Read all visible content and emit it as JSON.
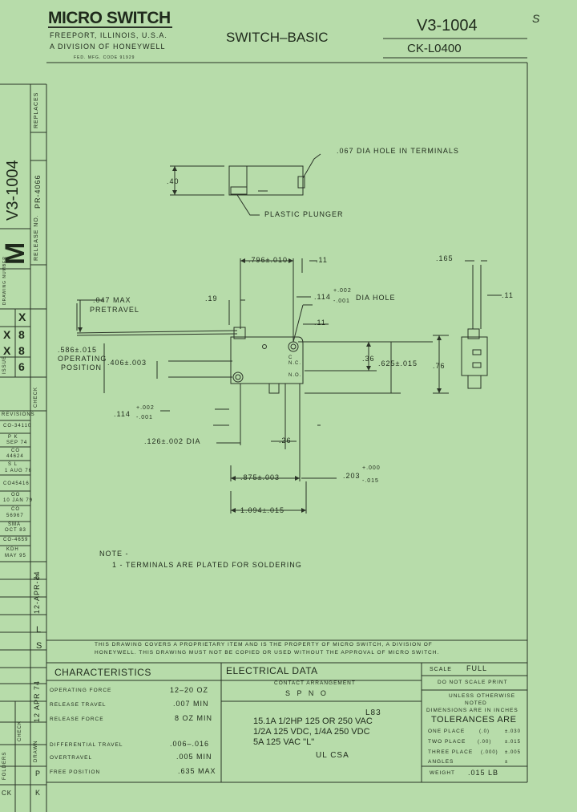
{
  "title_block": {
    "company": "MICRO SWITCH",
    "location": "FREEPORT, ILLINOIS, U.S.A.",
    "division": "A DIVISION OF HONEYWELL",
    "fed_code": "FED. MFG. CODE 91929",
    "product": "SWITCH–BASIC",
    "part_number": "V3-1004",
    "catalog_number": "CK-L0400",
    "corner_mark": "S"
  },
  "sidebar": {
    "part_number": "V3-1004",
    "release_label": "RELEASE NO.",
    "release_no": "PR-4066",
    "replaces_label": "REPLACES",
    "drawing_letter": "M",
    "drawing_number_label": "DRAWING NUMBER",
    "issue_label": "ISSUE",
    "issue_marks": [
      "X",
      "X",
      "8",
      "X",
      "8",
      "6"
    ],
    "check_label": "CHECK",
    "revisions_label": "REVISIONS",
    "revisions": [
      "CO-34110",
      "P   K",
      "SEP 74",
      "CO",
      "44624",
      "S   L",
      "1 AUG 76",
      "CO45416",
      "OO",
      "10 JAN 79",
      "CO",
      "56967",
      "SMA",
      "OCT 83",
      "CO-4659",
      "KDH",
      "MAY 95"
    ],
    "dates": [
      "6",
      "12-APR-74",
      "L",
      "S",
      "12 APR 74"
    ],
    "bottom_cells": [
      "CK",
      "P",
      "K",
      "CHECK",
      "DRAWN",
      "FOLDERS"
    ]
  },
  "drawing": {
    "hole_callout": ".067 DIA HOLE IN TERMINALS",
    "plunger_callout": "PLASTIC PLUNGER",
    "dim_top_height": ".40",
    "dim_plunger_to_hole": ".796±.010",
    "dim_plunger_width": ".11",
    "pretravel": ".047 MAX",
    "pretravel_label": "PRETRAVEL",
    "dim_19": ".19",
    "dia_hole": ".114 +.002 / -.001 DIA HOLE",
    "dia_hole_main": ".114",
    "dia_hole_plus": "+.002",
    "dia_hole_minus": "-.001",
    "dia_hole_label": "DIA HOLE",
    "dim_hole_offset": ".11",
    "operating_position": ".586±.015",
    "operating_position_label1": "OPERATING",
    "operating_position_label2": "POSITION",
    "dim_406": ".406±.003",
    "dim_36": ".36",
    "dim_625": ".625±.015",
    "dim_76": ".76",
    "dim_165": ".165",
    "dim_side_11": ".11",
    "left_hole_main": ".114",
    "left_hole_plus": "+.002",
    "left_hole_minus": "-.001",
    "pin_dia": ".126±.002 DIA",
    "dim_26": ".26",
    "dim_875": ".875±.003",
    "dim_203": ".203",
    "dim_203_plus": "+.000",
    "dim_203_minus": "-.015",
    "dim_1094": "1.094±.015",
    "term_c": "C",
    "term_nc": "N.C.",
    "term_no": "N.O.",
    "note_title": "NOTE -",
    "note_1": "1 - TERMINALS ARE PLATED FOR SOLDERING"
  },
  "proprietary": {
    "line1": "THIS DRAWING COVERS A PROPRIETARY ITEM AND IS THE PROPERTY OF MICRO SWITCH, A DIVISION OF",
    "line2": "HONEYWELL. THIS DRAWING MUST NOT BE COPIED OR USED WITHOUT THE APPROVAL OF MICRO SWITCH."
  },
  "characteristics": {
    "title": "CHARACTERISTICS",
    "rows": [
      {
        "label": "OPERATING FORCE",
        "value": "12–20 OZ"
      },
      {
        "label": "RELEASE TRAVEL",
        "value": ".007 MIN"
      },
      {
        "label": "RELEASE FORCE",
        "value": "8 OZ MIN"
      },
      {
        "label": "DIFFERENTIAL TRAVEL",
        "value": ".006–.016"
      },
      {
        "label": "OVERTRAVEL",
        "value": ".005 MIN"
      },
      {
        "label": "FREE POSITION",
        "value": ".635 MAX"
      }
    ]
  },
  "electrical": {
    "title": "ELECTRICAL DATA",
    "contact_label": "CONTACT ARRANGEMENT",
    "contact_value": "S P N O",
    "code": "L83",
    "ratings": [
      "15.1A 1/2HP 125 OR 250 VAC",
      "1/2A 125 VDC, 1/4A 250 VDC",
      "5A 125 VAC \"L\""
    ],
    "marks": "UL  CSA"
  },
  "scale_block": {
    "scale_label": "SCALE",
    "scale_value": "FULL",
    "do_not_scale": "DO NOT SCALE PRINT",
    "unless": "UNLESS OTHERWISE",
    "noted": "NOTED",
    "dimensions": "DIMENSIONS ARE IN INCHES",
    "tolerances": "TOLERANCES ARE",
    "rows": [
      {
        "label": "ONE PLACE",
        "code": "(.0)",
        "value": "±.030"
      },
      {
        "label": "TWO PLACE",
        "code": "(.00)",
        "value": "±.015"
      },
      {
        "label": "THREE PLACE",
        "code": "(.000)",
        "value": "±.005"
      },
      {
        "label": "ANGLES",
        "code": "",
        "value": "±"
      }
    ],
    "weight_label": "WEIGHT",
    "weight_value": ".015 LB"
  }
}
